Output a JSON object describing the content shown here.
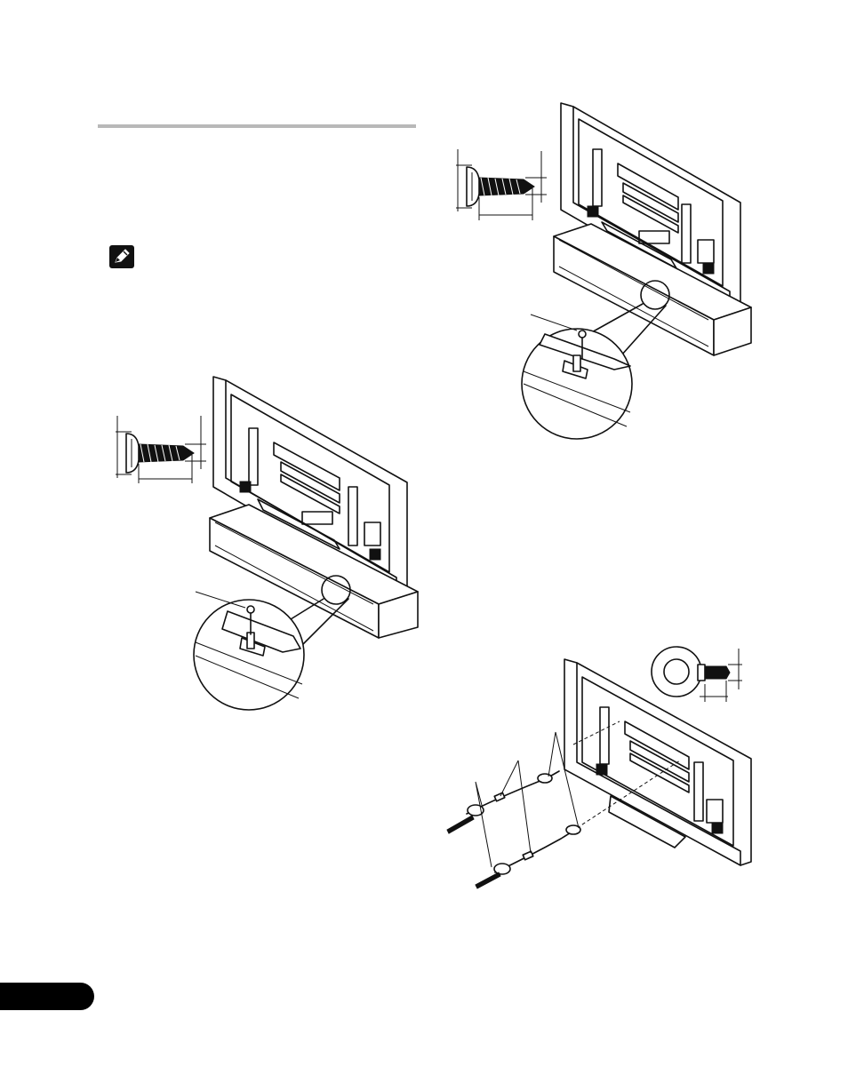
{
  "page": {
    "illustrations": {
      "figure_1": "tv-on-stand-wood-screw-front",
      "figure_2": "tv-on-stand-wood-screw-rear",
      "figure_3": "tv-anchor-wires-eye-bolts"
    },
    "icons": {
      "note": "pencil-note-icon"
    },
    "colors": {
      "rule": "#b8b8b8",
      "page_tab": "#000000",
      "line_art": "#111111"
    }
  }
}
